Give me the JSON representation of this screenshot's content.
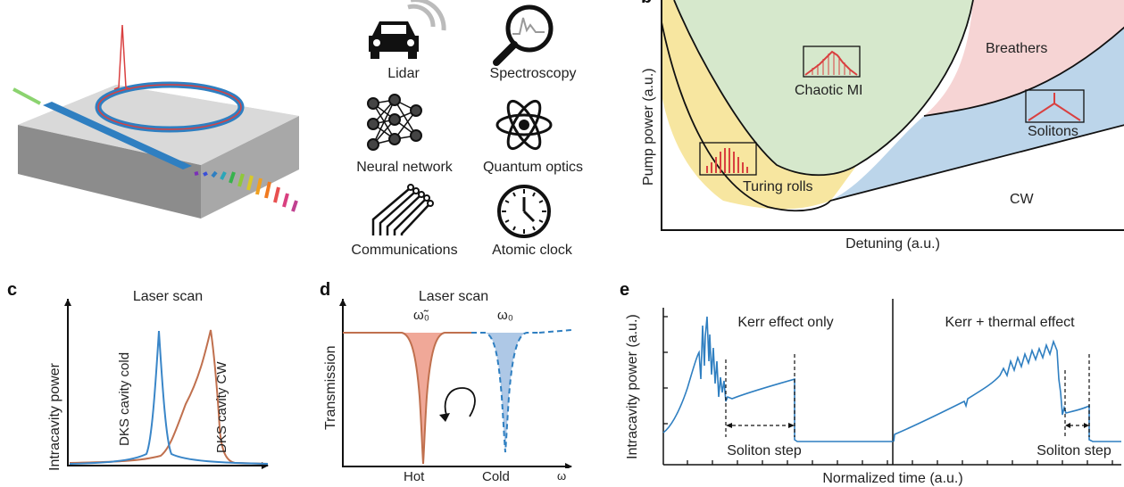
{
  "panels": {
    "a": {
      "applications": [
        {
          "label": "Lidar",
          "icon": "car-lidar-icon"
        },
        {
          "label": "Spectroscopy",
          "icon": "magnifier-spectrum-icon"
        },
        {
          "label": "Neural network",
          "icon": "neural-network-icon"
        },
        {
          "label": "Quantum optics",
          "icon": "atom-icon"
        },
        {
          "label": "Communications",
          "icon": "fiber-bundle-icon"
        },
        {
          "label": "Atomic clock",
          "icon": "clock-icon"
        }
      ]
    },
    "b": {
      "label": "b",
      "xlabel": "Detuning (a.u.)",
      "ylabel": "Pump power (a.u.)",
      "regions": {
        "chaotic": "Chaotic MI",
        "breathers": "Breathers",
        "solitons": "Solitons",
        "turing": "Turing rolls",
        "cw": "CW"
      },
      "colors": {
        "chaotic": "#d6e8cc",
        "breathers": "#f6d4d4",
        "solitons": "#bcd5ea",
        "turing": "#f7e6a0",
        "cw": "#ffffff"
      }
    },
    "c": {
      "label": "c",
      "title": "Laser scan",
      "ylabel": "Intracavity power",
      "curve_cold": "DKS cavity cold",
      "curve_cw": "DKS cavity CW",
      "colors": {
        "cold": "#3a86c8",
        "cw": "#c0704e"
      }
    },
    "d": {
      "label": "d",
      "title": "Laser scan",
      "ylabel": "Transmission",
      "hot_resonance": "ω̃₀",
      "cold_resonance": "ω₀",
      "x_hot": "Hot",
      "x_cold": "Cold",
      "x_axis": "ω",
      "colors": {
        "hot": "#f0a898",
        "cold": "#aec8e6"
      }
    },
    "e": {
      "label": "e",
      "ylabel": "Intracavity power (a.u.)",
      "xlabel": "Normalized time (a.u.)",
      "left_title": "Kerr effect only",
      "right_title": "Kerr + thermal effect",
      "step_left": "Soliton step",
      "step_right": "Soliton step",
      "colors": {
        "trace": "#2f7fc1"
      }
    }
  }
}
